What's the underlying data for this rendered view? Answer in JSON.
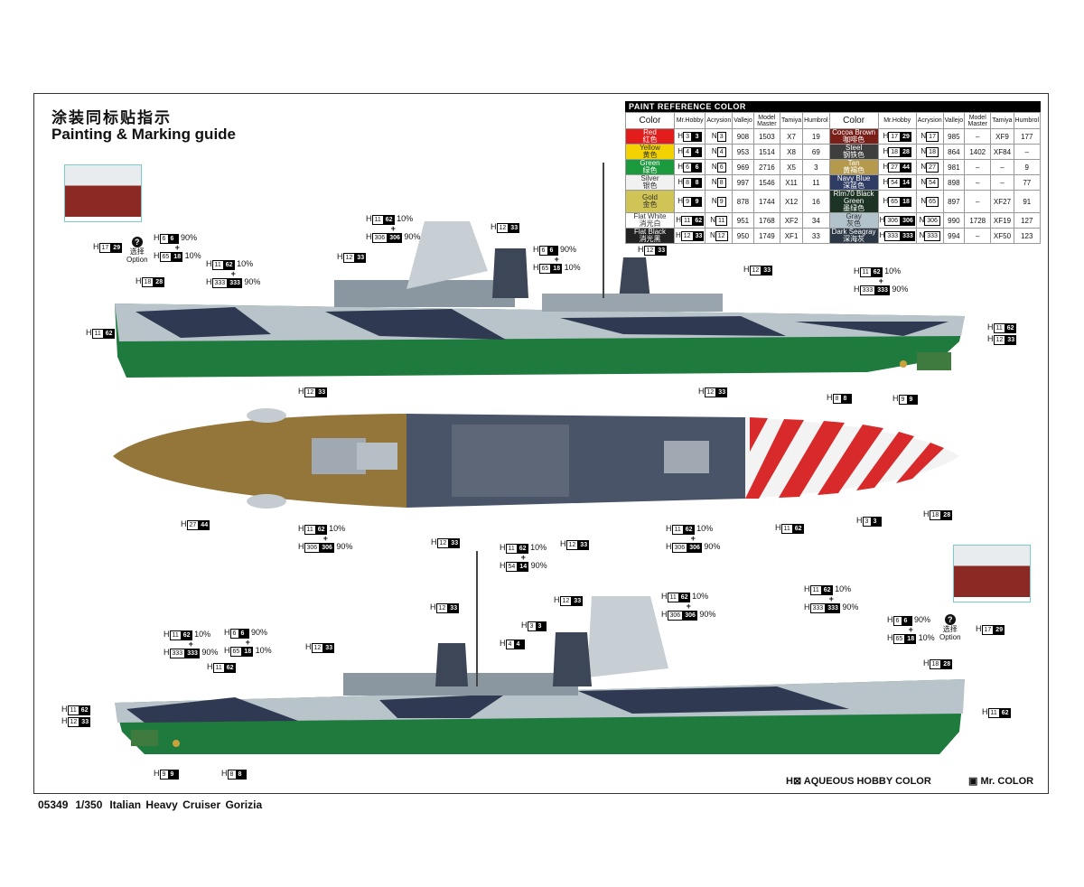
{
  "title": {
    "cn": "涂装同标贴指示",
    "en": "Painting & Marking guide"
  },
  "paint_table": {
    "caption": "PAINT  REFERENCE COLOR",
    "headers": [
      "Color",
      "Mr.Hobby",
      "Acrysion",
      "Vallejo",
      "Model Master",
      "Tamiya",
      "Humbrol"
    ],
    "left": [
      {
        "name": "Red",
        "cn": "红色",
        "color": "#e21b1b",
        "h": [
          "3",
          "3"
        ],
        "n": "3",
        "vallejo": "908",
        "mm": "1503",
        "tamiya": "X7",
        "humbrol": "19"
      },
      {
        "name": "Yellow",
        "cn": "黄色",
        "color": "#f2d200",
        "h": [
          "4",
          "4"
        ],
        "n": "4",
        "vallejo": "953",
        "mm": "1514",
        "tamiya": "X8",
        "humbrol": "69"
      },
      {
        "name": "Green",
        "cn": "绿色",
        "color": "#1a9a3c",
        "h": [
          "6",
          "6"
        ],
        "n": "6",
        "vallejo": "969",
        "mm": "2716",
        "tamiya": "X5",
        "humbrol": "3"
      },
      {
        "name": "Silver",
        "cn": "银色",
        "color": "#f1f1f1",
        "h": [
          "8",
          "8"
        ],
        "n": "8",
        "vallejo": "997",
        "mm": "1546",
        "tamiya": "X11",
        "humbrol": "11"
      },
      {
        "name": "Gold",
        "cn": "金色",
        "color": "#cfc455",
        "h": [
          "9",
          "9"
        ],
        "n": "9",
        "vallejo": "878",
        "mm": "1744",
        "tamiya": "X12",
        "humbrol": "16"
      },
      {
        "name": "Flat White",
        "cn": "消光白",
        "color": "#ffffff",
        "h": [
          "11",
          "62"
        ],
        "n": "11",
        "vallejo": "951",
        "mm": "1768",
        "tamiya": "XF2",
        "humbrol": "34"
      },
      {
        "name": "Flat Black",
        "cn": "消光黑",
        "color": "#222222",
        "h": [
          "12",
          "33"
        ],
        "n": "12",
        "vallejo": "950",
        "mm": "1749",
        "tamiya": "XF1",
        "humbrol": "33"
      }
    ],
    "right": [
      {
        "name": "Cocoa Brown",
        "cn": "咖啡色",
        "color": "#7a1e18",
        "h": [
          "17",
          "29"
        ],
        "n": "17",
        "vallejo": "985",
        "mm": "–",
        "tamiya": "XF9",
        "humbrol": "177"
      },
      {
        "name": "Steel",
        "cn": "钢铁色",
        "color": "#3e3e3e",
        "h": [
          "18",
          "28"
        ],
        "n": "18",
        "vallejo": "864",
        "mm": "1402",
        "tamiya": "XF84",
        "humbrol": "–"
      },
      {
        "name": "Tan",
        "cn": "黄褐色",
        "color": "#b59a4e",
        "h": [
          "27",
          "44"
        ],
        "n": "27",
        "vallejo": "981",
        "mm": "–",
        "tamiya": "–",
        "humbrol": "9"
      },
      {
        "name": "Navy Blue",
        "cn": "深蓝色",
        "color": "#2f3c64",
        "h": [
          "54",
          "14"
        ],
        "n": "54",
        "vallejo": "898",
        "mm": "–",
        "tamiya": "–",
        "humbrol": "77"
      },
      {
        "name": "Rlm70 Black Green",
        "cn": "墨绿色",
        "color": "#1d3324",
        "h": [
          "65",
          "18"
        ],
        "n": "65",
        "vallejo": "897",
        "mm": "–",
        "tamiya": "XF27",
        "humbrol": "91"
      },
      {
        "name": "Gray",
        "cn": "灰色",
        "color": "#b3c3cc",
        "h": [
          "306",
          "306"
        ],
        "n": "306",
        "vallejo": "990",
        "mm": "1728",
        "tamiya": "XF19",
        "humbrol": "127"
      },
      {
        "name": "Dark Seagray",
        "cn": "深海灰",
        "color": "#2c3846",
        "h": [
          "333",
          "333"
        ],
        "n": "333",
        "vallejo": "994",
        "mm": "–",
        "tamiya": "XF50",
        "humbrol": "123"
      }
    ]
  },
  "option": {
    "symbol": "?",
    "cn": "选择",
    "label": "Option"
  },
  "callouts": [
    {
      "a": "17",
      "b": "29"
    },
    {
      "a": "6",
      "b": "6",
      "p": "90%",
      "a2": "65",
      "b2": "18",
      "p2": "10%"
    },
    {
      "a": "11",
      "b": "62",
      "p": "10%",
      "a2": "333",
      "b2": "333",
      "p2": "90%"
    },
    {
      "a": "18",
      "b": "28"
    },
    {
      "a": "11",
      "b": "62"
    },
    {
      "a": "11",
      "b": "62",
      "p": "10%",
      "a2": "306",
      "b2": "306",
      "p2": "90%"
    },
    {
      "a": "12",
      "b": "33"
    },
    {
      "a": "12",
      "b": "33"
    },
    {
      "a": "6",
      "b": "6",
      "p": "90%",
      "a2": "65",
      "b2": "18",
      "p2": "10%"
    },
    {
      "a": "12",
      "b": "33"
    },
    {
      "a": "12",
      "b": "33"
    },
    {
      "a": "11",
      "b": "62",
      "p": "10%",
      "a2": "333",
      "b2": "333",
      "p2": "90%"
    },
    {
      "a": "11",
      "b": "62"
    },
    {
      "a": "12",
      "b": "33"
    },
    {
      "a": "8",
      "b": "8"
    },
    {
      "a": "9",
      "b": "9"
    },
    {
      "a": "12",
      "b": "33"
    },
    {
      "a": "12",
      "b": "33"
    },
    {
      "a": "27",
      "b": "44"
    },
    {
      "a": "11",
      "b": "62",
      "p": "10%",
      "a2": "306",
      "b2": "306",
      "p2": "90%"
    },
    {
      "a": "12",
      "b": "33"
    },
    {
      "a": "11",
      "b": "62",
      "p": "10%",
      "a2": "54",
      "b2": "14",
      "p2": "90%"
    },
    {
      "a": "12",
      "b": "33"
    },
    {
      "a": "11",
      "b": "62",
      "p": "10%",
      "a2": "306",
      "b2": "306",
      "p2": "90%"
    },
    {
      "a": "11",
      "b": "62"
    },
    {
      "a": "3",
      "b": "3"
    },
    {
      "a": "18",
      "b": "28"
    },
    {
      "a": "11",
      "b": "62",
      "p": "10%",
      "a2": "333",
      "b2": "333",
      "p2": "90%"
    },
    {
      "a": "6",
      "b": "6",
      "p": "90%",
      "a2": "65",
      "b2": "18",
      "p2": "10%"
    },
    {
      "a": "11",
      "b": "62"
    },
    {
      "a": "12",
      "b": "33"
    },
    {
      "a": "12",
      "b": "33"
    },
    {
      "a": "3",
      "b": "3"
    },
    {
      "a": "4",
      "b": "4"
    },
    {
      "a": "12",
      "b": "33"
    },
    {
      "a": "11",
      "b": "62",
      "p": "10%",
      "a2": "306",
      "b2": "306",
      "p2": "90%"
    },
    {
      "a": "11",
      "b": "62",
      "p": "10%",
      "a2": "333",
      "b2": "333",
      "p2": "90%"
    },
    {
      "a": "6",
      "b": "6",
      "p": "90%",
      "a2": "65",
      "b2": "18",
      "p2": "10%"
    },
    {
      "a": "17",
      "b": "29"
    },
    {
      "a": "18",
      "b": "28"
    },
    {
      "a": "11",
      "b": "62"
    },
    {
      "a": "11",
      "b": "62"
    },
    {
      "a": "12",
      "b": "33"
    },
    {
      "a": "9",
      "b": "9"
    },
    {
      "a": "8",
      "b": "8"
    }
  ],
  "legend": {
    "aqueous": "H⊠ AQUEOUS HOBBY COLOR",
    "mr_color": "▣ Mr. COLOR"
  },
  "footer": {
    "code": "05349",
    "scale": "1/350",
    "name": "Italian Heavy Cruiser Gorizia"
  }
}
